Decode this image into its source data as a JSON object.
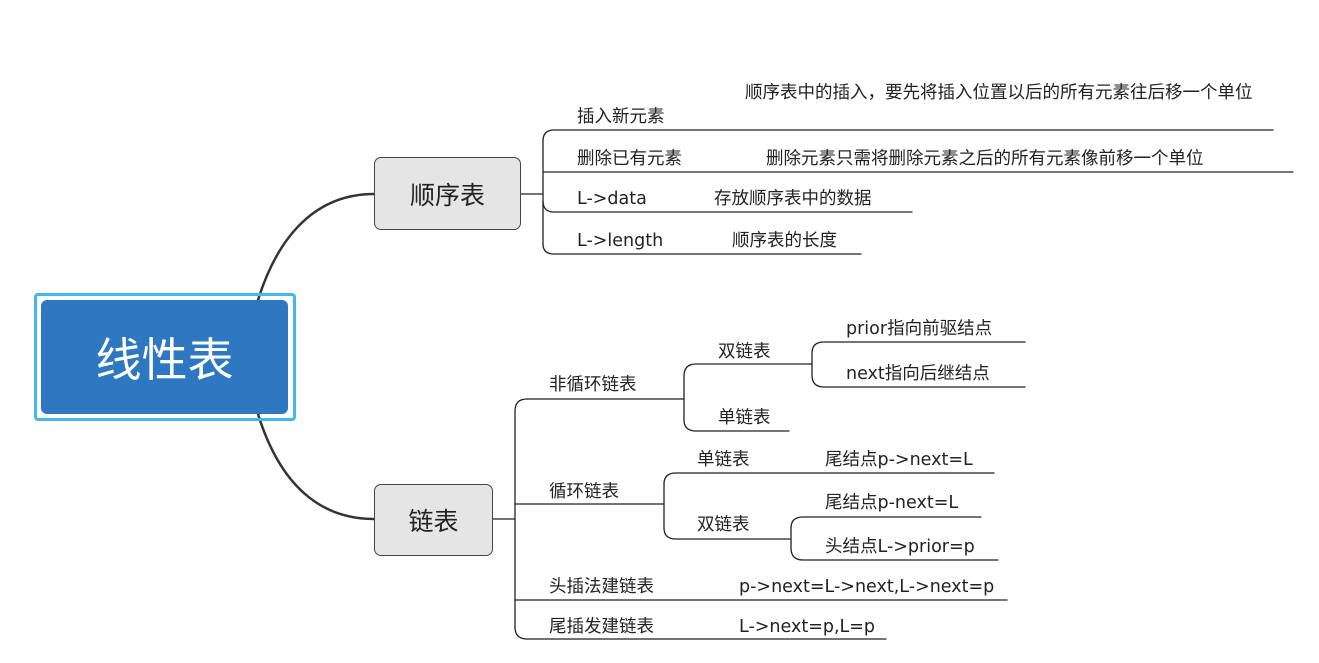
{
  "root": {
    "label": "线性表"
  },
  "branches": {
    "seq": {
      "label": "顺序表",
      "insert": {
        "label": "插入新元素",
        "note": "顺序表中的插入，要先将插入位置以后的所有元素往后移一个单位"
      },
      "delete": {
        "label": "删除已有元素",
        "note": "删除元素只需将删除元素之后的所有元素像前移一个单位"
      },
      "data": {
        "label": "L->data",
        "note": "存放顺序表中的数据"
      },
      "length": {
        "label": "L->length",
        "note": "顺序表的长度"
      }
    },
    "linked": {
      "label": "链表",
      "noncircular": {
        "label": "非循环链表",
        "double": {
          "label": "双链表",
          "prior": "prior指向前驱结点",
          "next": "next指向后继结点"
        },
        "single": {
          "label": "单链表"
        }
      },
      "circular": {
        "label": "循环链表",
        "single": {
          "label": "单链表",
          "tail": "尾结点p->next=L"
        },
        "double": {
          "label": "双链表",
          "tail": "尾结点p-next=L",
          "head": "头结点L->prior=p"
        }
      },
      "head_insert": {
        "label": "头插法建链表",
        "code": "p->next=L->next,L->next=p"
      },
      "tail_insert": {
        "label": "尾插发建链表",
        "code": "L->next=p,L=p"
      }
    }
  }
}
